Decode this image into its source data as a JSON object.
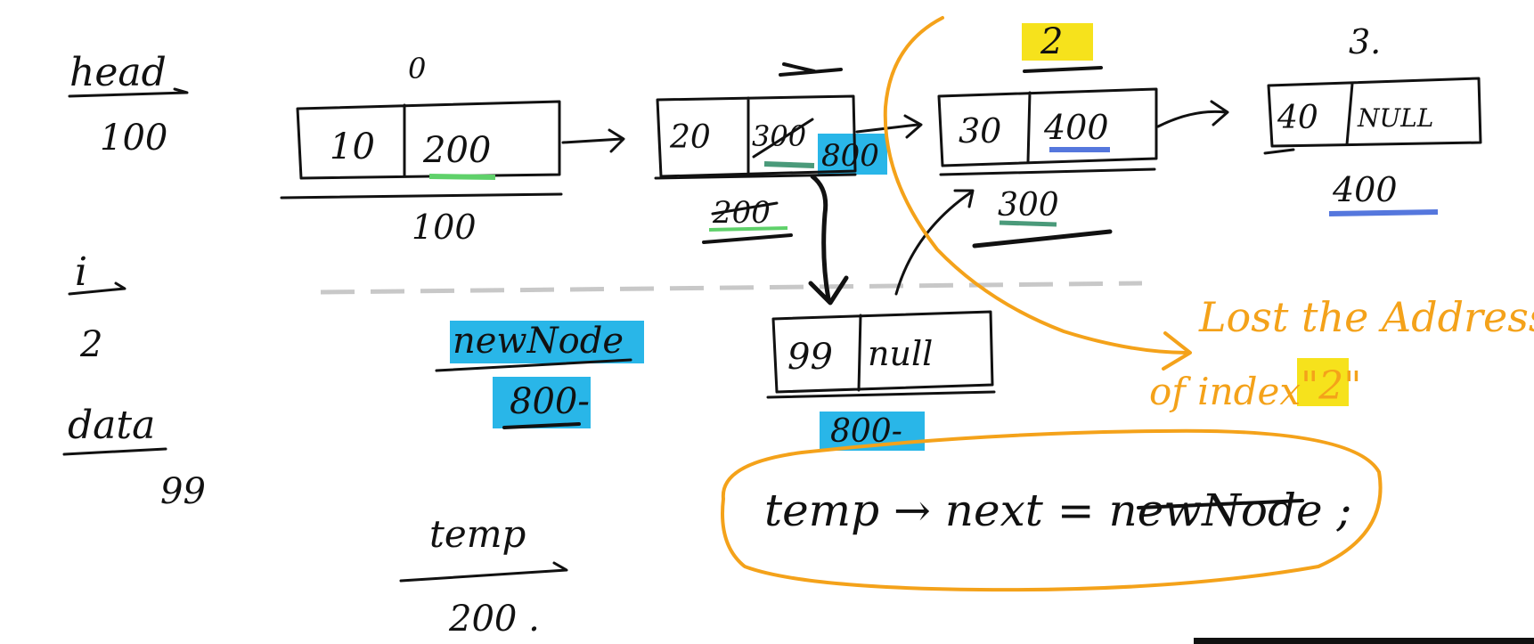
{
  "variables": {
    "head_label": "head",
    "head_value": "100",
    "i_label": "i",
    "i_value": "2",
    "data_label": "data",
    "data_value": "99",
    "temp_label": "temp",
    "temp_value": "200 .",
    "newnode_label": "newNode",
    "newnode_value": "800-"
  },
  "nodes": [
    {
      "index": "0",
      "data": "10",
      "next": "200",
      "address": "100"
    },
    {
      "index": "1",
      "data": "20",
      "next_old": "300",
      "next_new": "800",
      "address": "200"
    },
    {
      "index": "2",
      "data": "30",
      "next": "400",
      "address": "300"
    },
    {
      "index": "3.",
      "data": "40",
      "next": "NULL",
      "address": "400"
    }
  ],
  "new_node": {
    "data": "99",
    "next": "null",
    "address": "800-"
  },
  "annotation": {
    "line1": "Lost the Address",
    "line2_prefix": "of index",
    "line2_value": "\"2\""
  },
  "code_statement": "temp → next = newNode ;",
  "colors": {
    "ink": "#111111",
    "orange": "#f4a21a",
    "cyan_highlight": "#29b6e8",
    "yellow_highlight": "#f6e21c",
    "green_underline": "#5fd16a",
    "blue_underline": "#5577dd",
    "teal_underline": "#4a9a7a"
  }
}
